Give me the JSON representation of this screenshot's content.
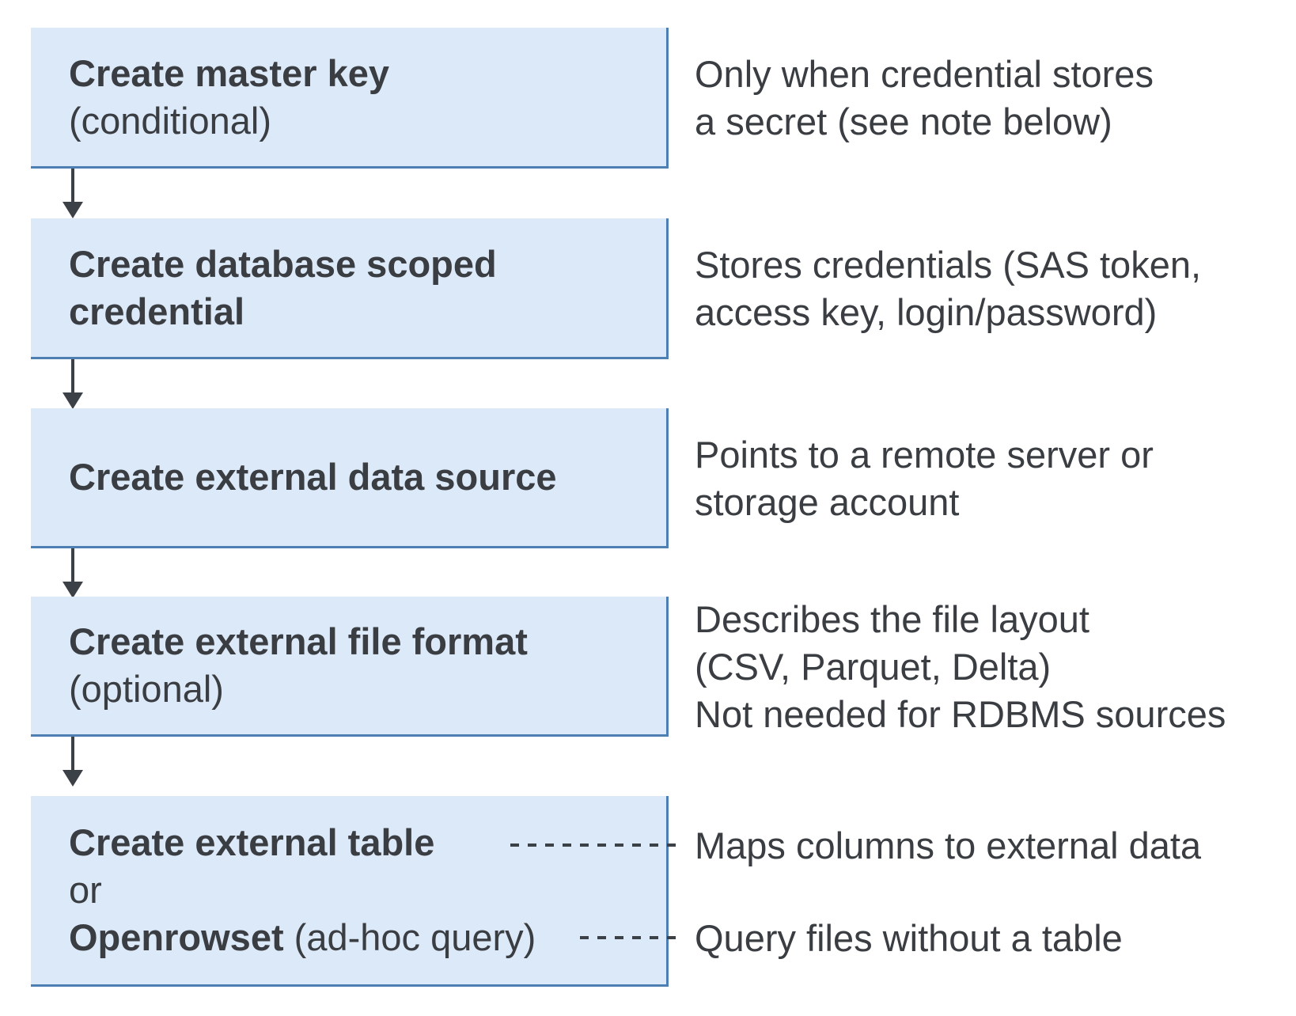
{
  "colors": {
    "box_fill": "#dce9f8",
    "box_border": "#4d7fb2",
    "connector": "#3c4047",
    "text": "#3a3d42",
    "background": "#ffffff"
  },
  "steps": {
    "master_key": {
      "title": "Create master key",
      "subtitle": "(conditional)",
      "note_line1": "Only when credential stores",
      "note_line2": "a secret (see note below)"
    },
    "scoped_credential": {
      "title_line1": "Create database scoped",
      "title_line2": "credential",
      "note_line1": "Stores credentials (SAS token,",
      "note_line2": "access key, login/password)"
    },
    "data_source": {
      "title": "Create external data source",
      "note_line1": "Points to a remote server or",
      "note_line2": "storage account"
    },
    "file_format": {
      "title": "Create external file format",
      "subtitle": "(optional)",
      "note_line1": "Describes the file layout",
      "note_line2": "(CSV, Parquet, Delta)",
      "note_line3": "Not needed for RDBMS sources"
    },
    "external_table": {
      "title": "Create external table",
      "or_label": "or",
      "openrowset_title": "Openrowset",
      "openrowset_suffix": " (ad-hoc query)",
      "note_table": "Maps columns to external data",
      "note_openrowset": "Query files without a table"
    }
  }
}
